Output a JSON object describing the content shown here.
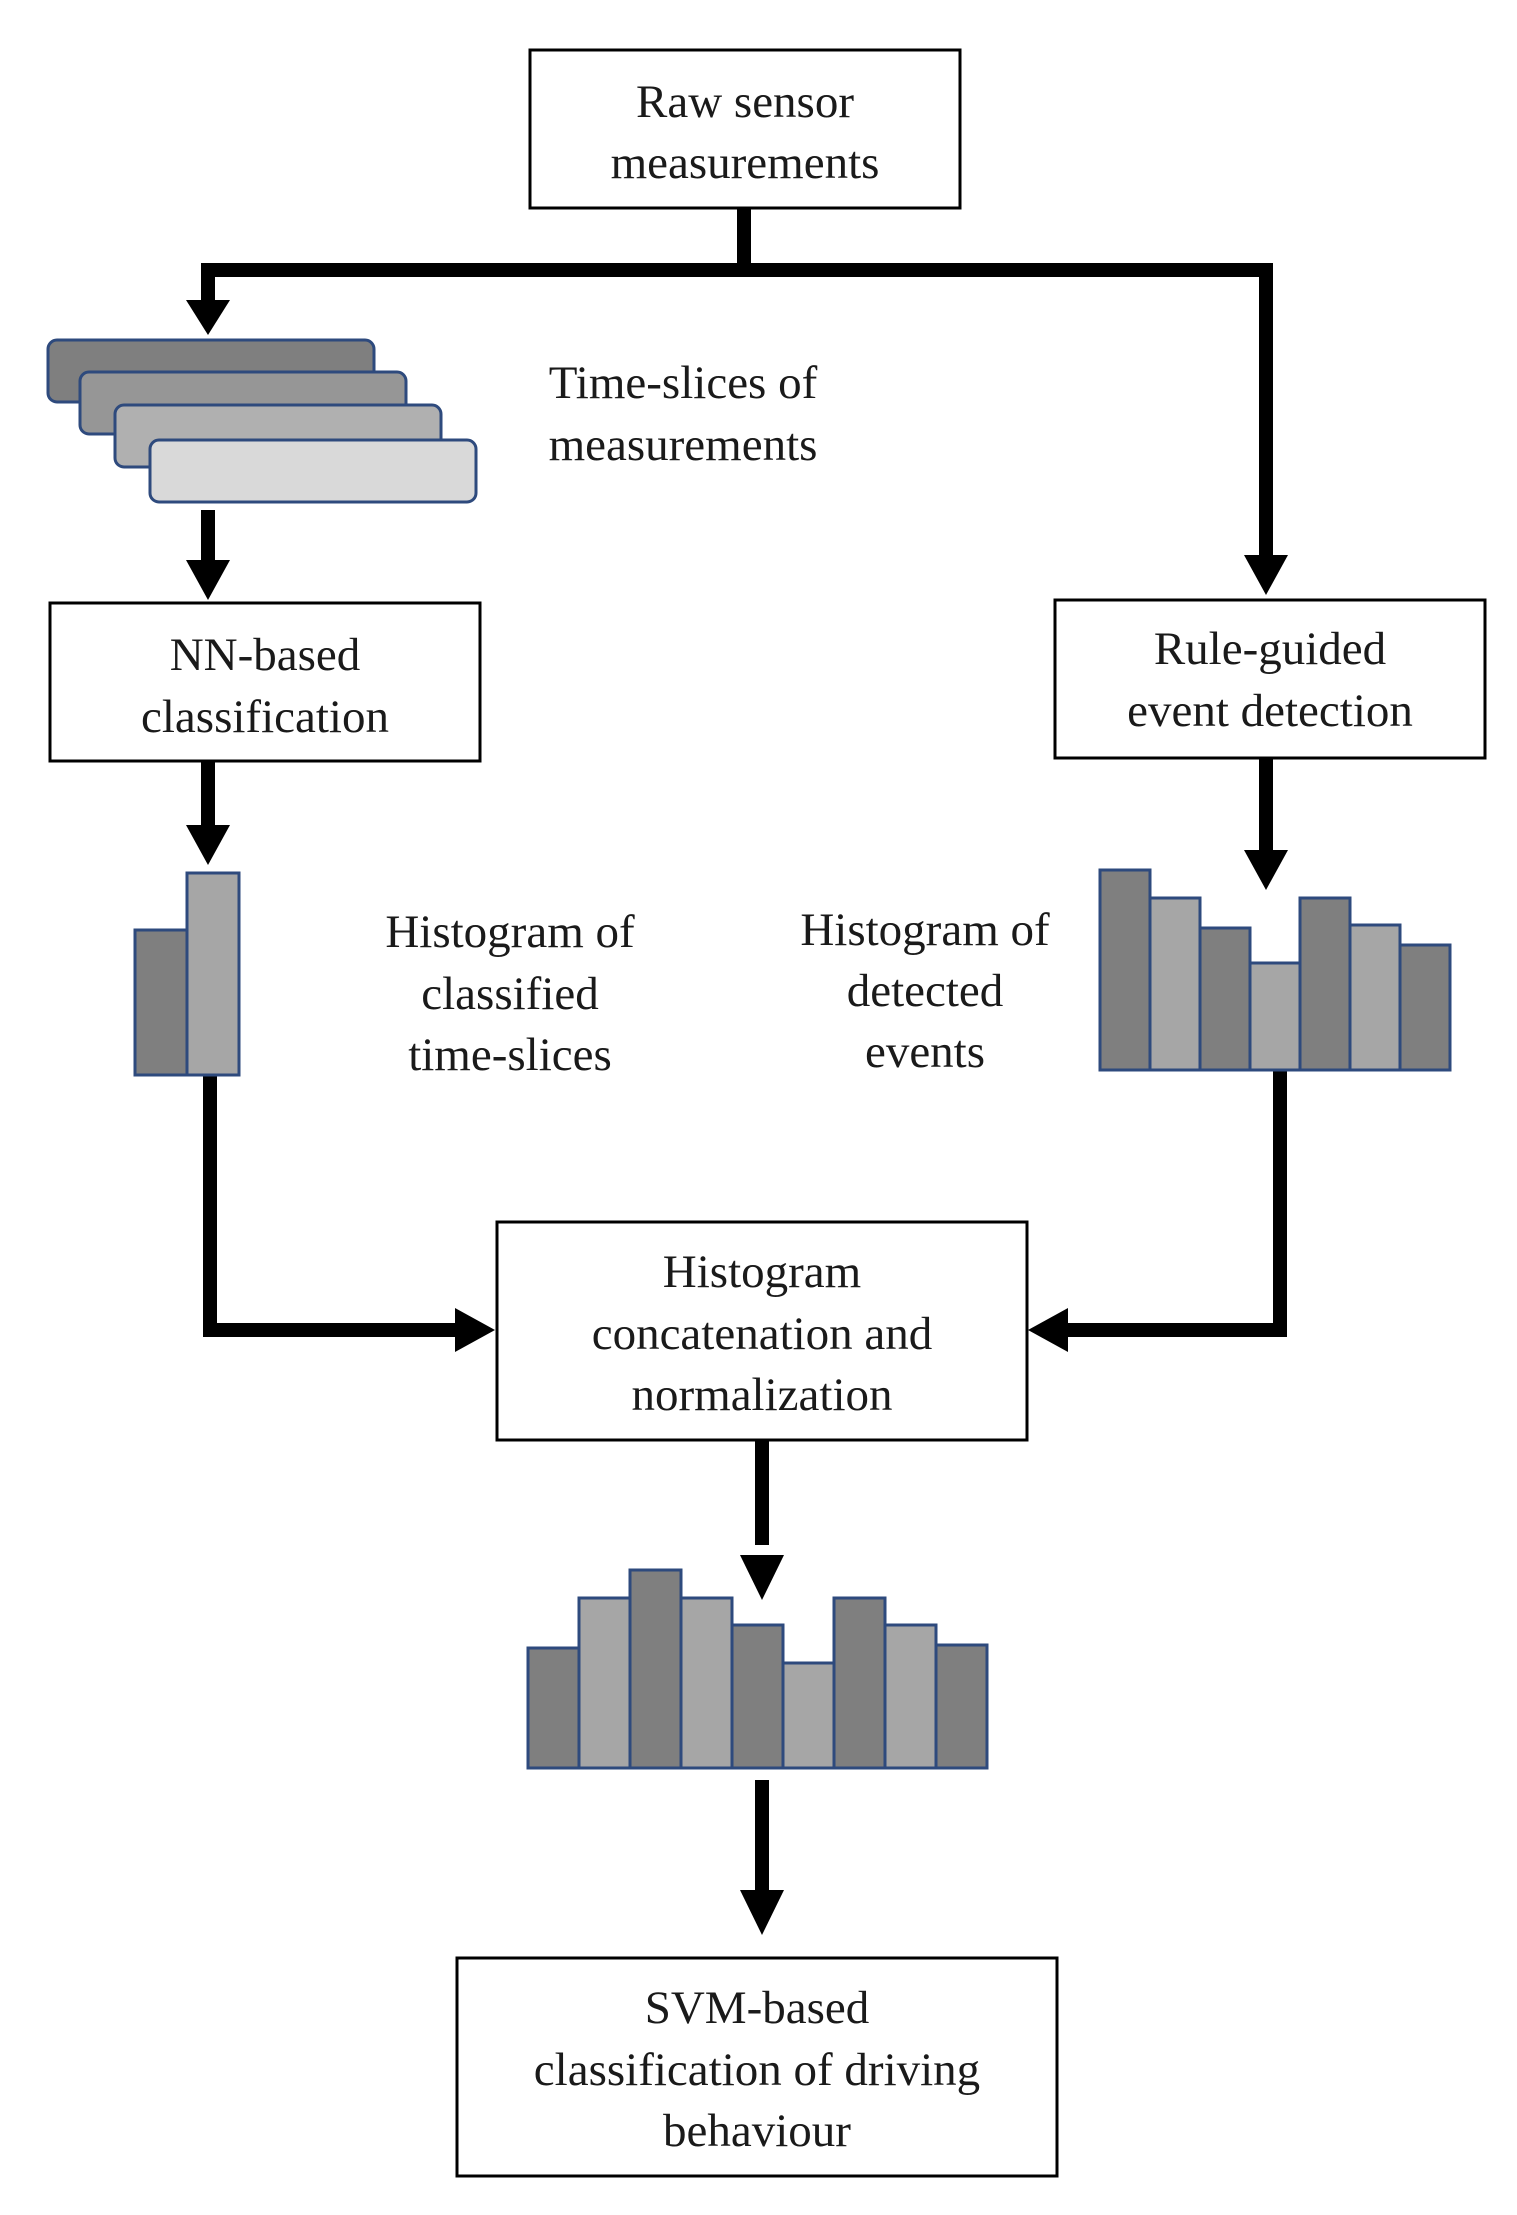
{
  "colors": {
    "box_border": "#000000",
    "bar_dark": "#7f7f7f",
    "bar_light": "#a6a6a6",
    "bar_border": "#2e4a7d",
    "slice_fills": [
      "#7f7f7f",
      "#969696",
      "#b0b0b0",
      "#d9d9d9"
    ],
    "arrow": "#000000"
  },
  "boxes": {
    "raw": {
      "lines": [
        "Raw sensor",
        "measurements"
      ]
    },
    "nn": {
      "lines": [
        "NN-based",
        "classification"
      ]
    },
    "rule": {
      "lines": [
        "Rule-guided",
        "event detection"
      ]
    },
    "concat": {
      "lines": [
        "Histogram",
        "concatenation and",
        "normalization"
      ]
    },
    "svm": {
      "lines": [
        "SVM-based",
        "classification of driving",
        "behaviour"
      ]
    }
  },
  "labels": {
    "slices": {
      "lines": [
        "Time-slices of",
        "measurements"
      ]
    },
    "hist_nn": {
      "lines": [
        "Histogram of",
        "classified",
        "time-slices"
      ]
    },
    "hist_events": {
      "lines": [
        "Histogram of",
        "detected",
        "events"
      ]
    }
  }
}
